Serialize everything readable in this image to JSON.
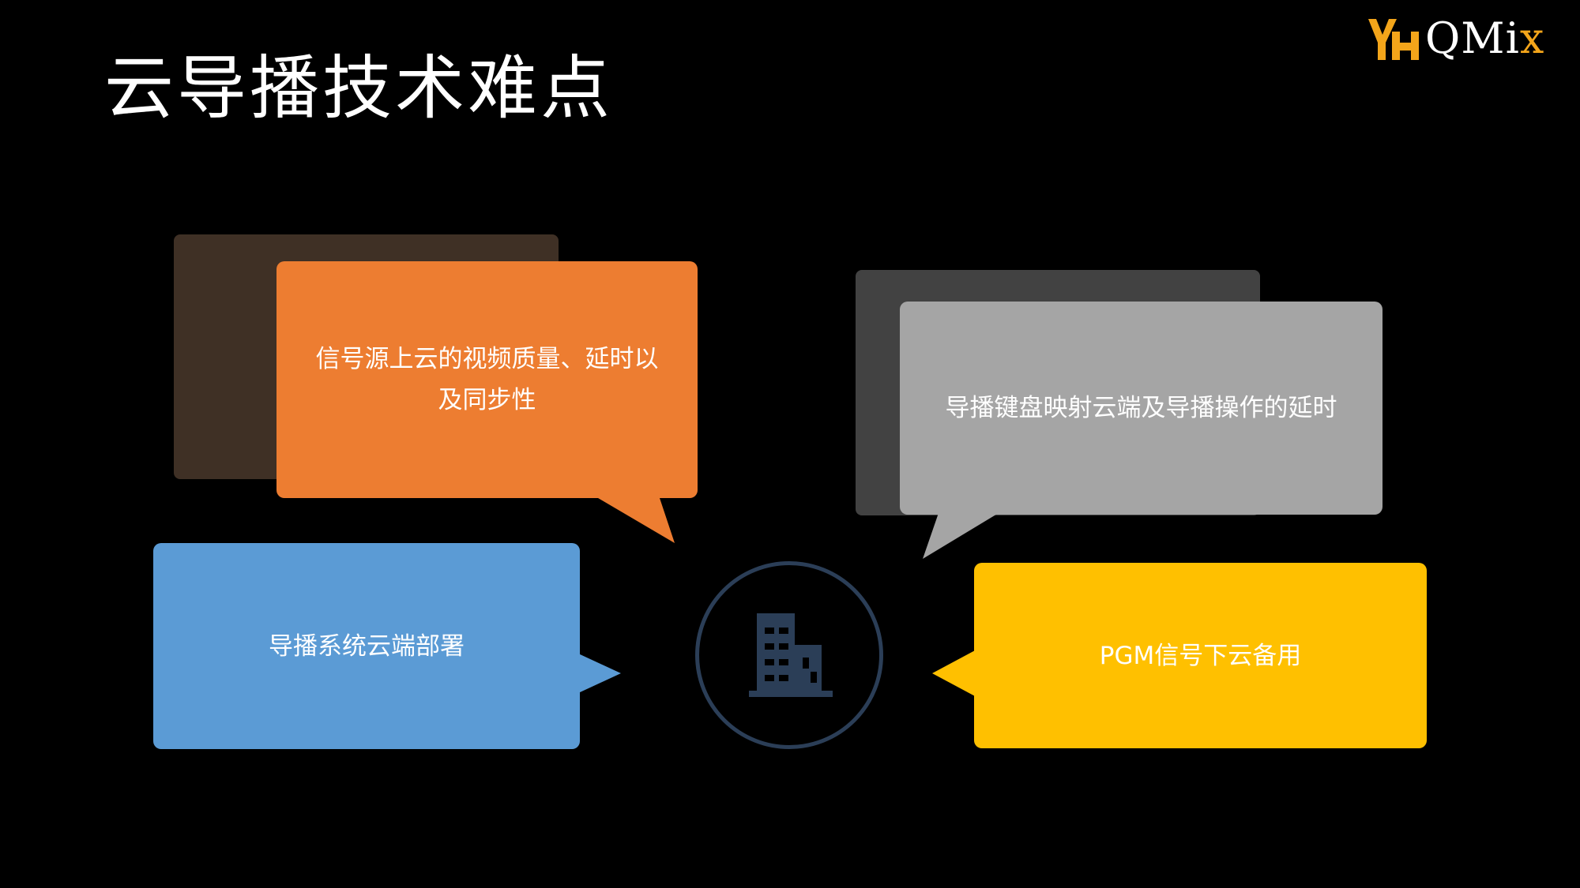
{
  "slide": {
    "title": "云导播技术难点"
  },
  "logo": {
    "text_main": "QMi",
    "text_accent": "x",
    "mark_icon": "yh-logo-icon"
  },
  "bubbles": {
    "top_left": {
      "text": "信号源上云的视频质量、延时以及同步性",
      "color": "#ed7d31",
      "shadow_color": "#3f3025"
    },
    "top_right": {
      "text": "导播键盘映射云端及导播操作的延时",
      "color": "#a5a5a5",
      "shadow_color": "#424242"
    },
    "bottom_left": {
      "text": "导播系统云端部署",
      "color": "#5b9bd5"
    },
    "bottom_right": {
      "text": "PGM信号下云备用",
      "color": "#ffc000"
    }
  },
  "center": {
    "icon": "office-building-icon",
    "color": "#2b3e57"
  }
}
